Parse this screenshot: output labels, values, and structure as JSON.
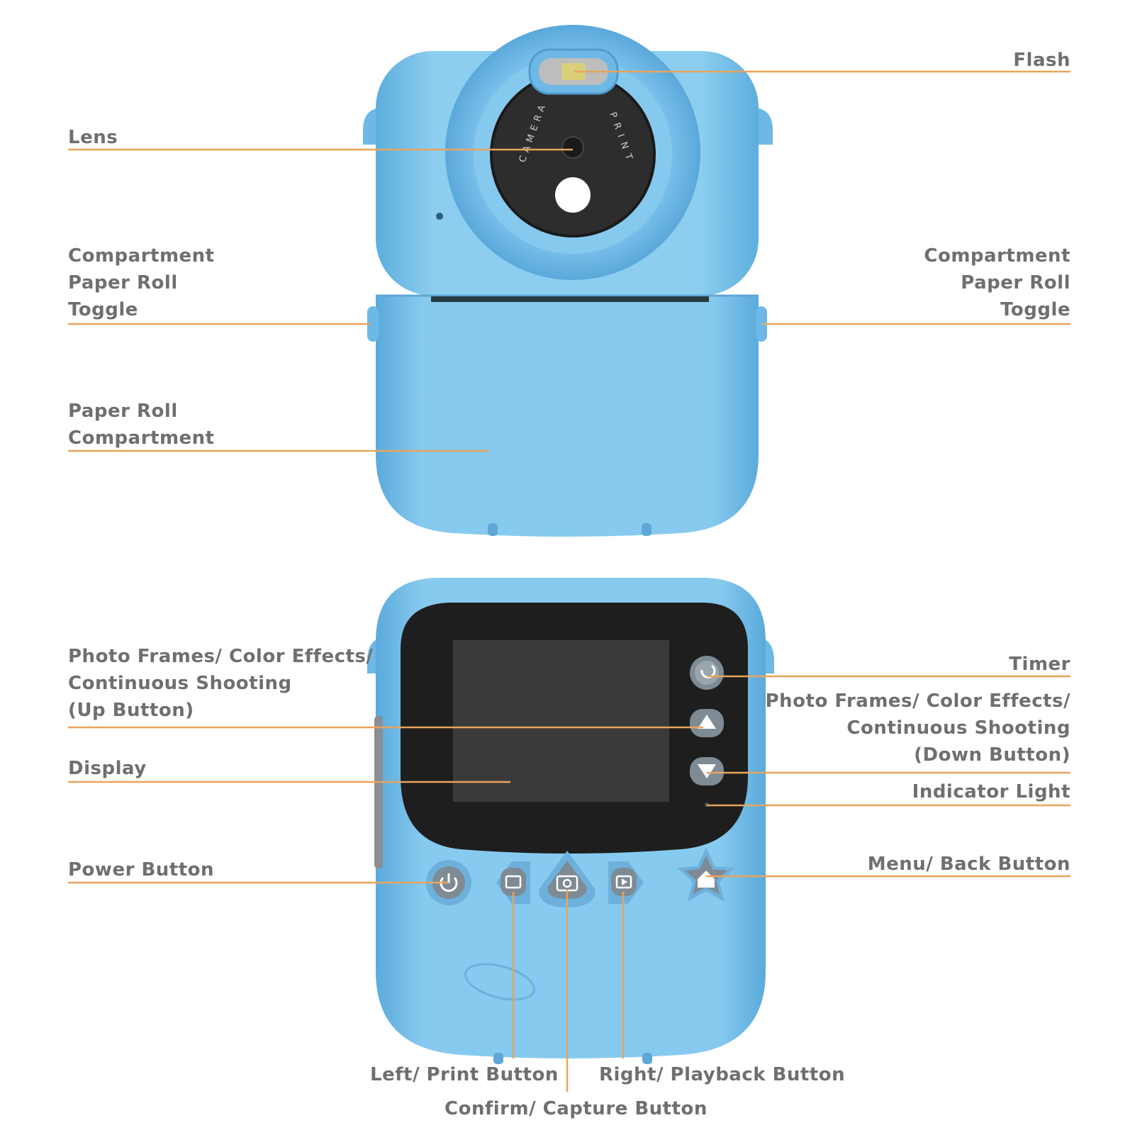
{
  "colors": {
    "leader_line": "#E8A45C",
    "label_text": "#6F6F6F",
    "camera_body": "#8CCDF0",
    "camera_body_dark": "#5FAEDC",
    "screen_bezel": "#1E1E1E",
    "screen": "#3A3A3A",
    "button_gray": "#7E8B95"
  },
  "front_camera": {
    "lens_ring_text_left": "CAMERA",
    "lens_ring_text_right": "PRINT"
  },
  "labels": {
    "flash": "Flash",
    "lens": "Lens",
    "toggle_left": [
      "Compartment",
      "Paper Roll",
      "Toggle"
    ],
    "toggle_right": [
      "Compartment",
      "Paper Roll",
      "Toggle"
    ],
    "paper_roll_compartment": [
      "Paper Roll",
      "Compartment"
    ],
    "up_button": [
      "Photo Frames/ Color Effects/",
      "Continuous Shooting",
      "(Up Button)"
    ],
    "display": "Display",
    "power_button": "Power Button",
    "timer": "Timer",
    "down_button": [
      "Photo Frames/ Color Effects/",
      "Continuous Shooting",
      "(Down Button)"
    ],
    "indicator_light": "Indicator Light",
    "menu_back_button": "Menu/ Back Button",
    "left_print_button": "Left/ Print Button",
    "right_playback_button": "Right/ Playback Button",
    "confirm_capture_button": "Confirm/ Capture Button"
  }
}
